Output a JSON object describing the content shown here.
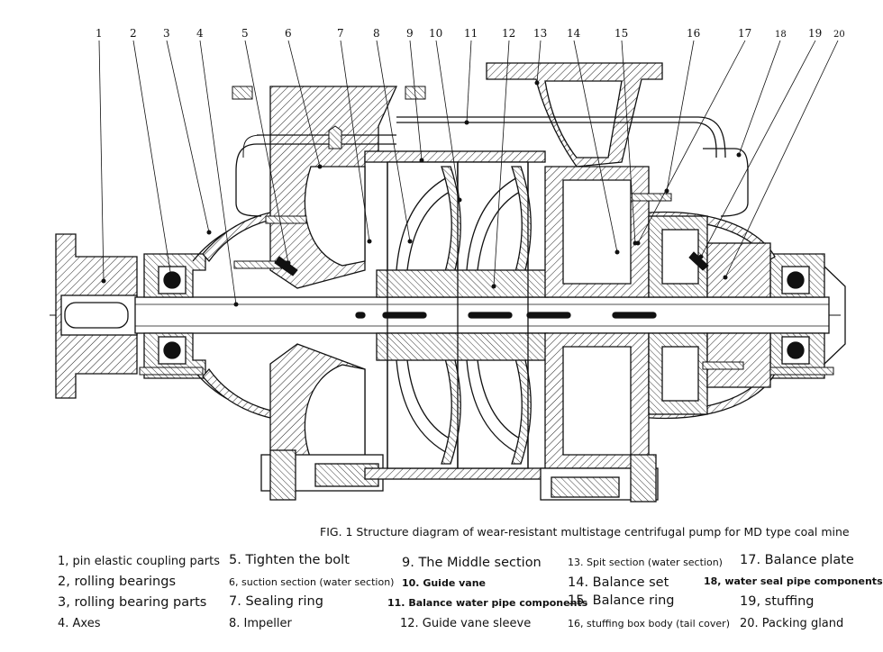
{
  "callouts": [
    "1",
    "2",
    "3",
    "4",
    "5",
    "6",
    "7",
    "8",
    "9",
    "10",
    "11",
    "12",
    "13",
    "14",
    "15",
    "16",
    "17",
    "18",
    "19",
    "20"
  ],
  "caption": "FIG. 1 Structure diagram of wear-resistant multistage centrifugal pump for MD type coal mine",
  "legend": [
    "1, pin elastic coupling parts",
    "2, rolling bearings",
    "3, rolling bearing parts",
    "4. Axes",
    "5. Tighten the bolt",
    "6, suction section (water section)",
    "7. Sealing ring",
    "8. Impeller",
    "9. The Middle section",
    "10. Guide vane",
    "11. Balance water pipe components",
    "12. Guide vane sleeve",
    "13. Spit section (water section)",
    "14. Balance set",
    "15. Balance ring",
    "16, stuffing box body (tail cover)",
    "17. Balance plate",
    "18, water seal pipe components",
    "19, stuffing",
    "20. Packing gland"
  ]
}
